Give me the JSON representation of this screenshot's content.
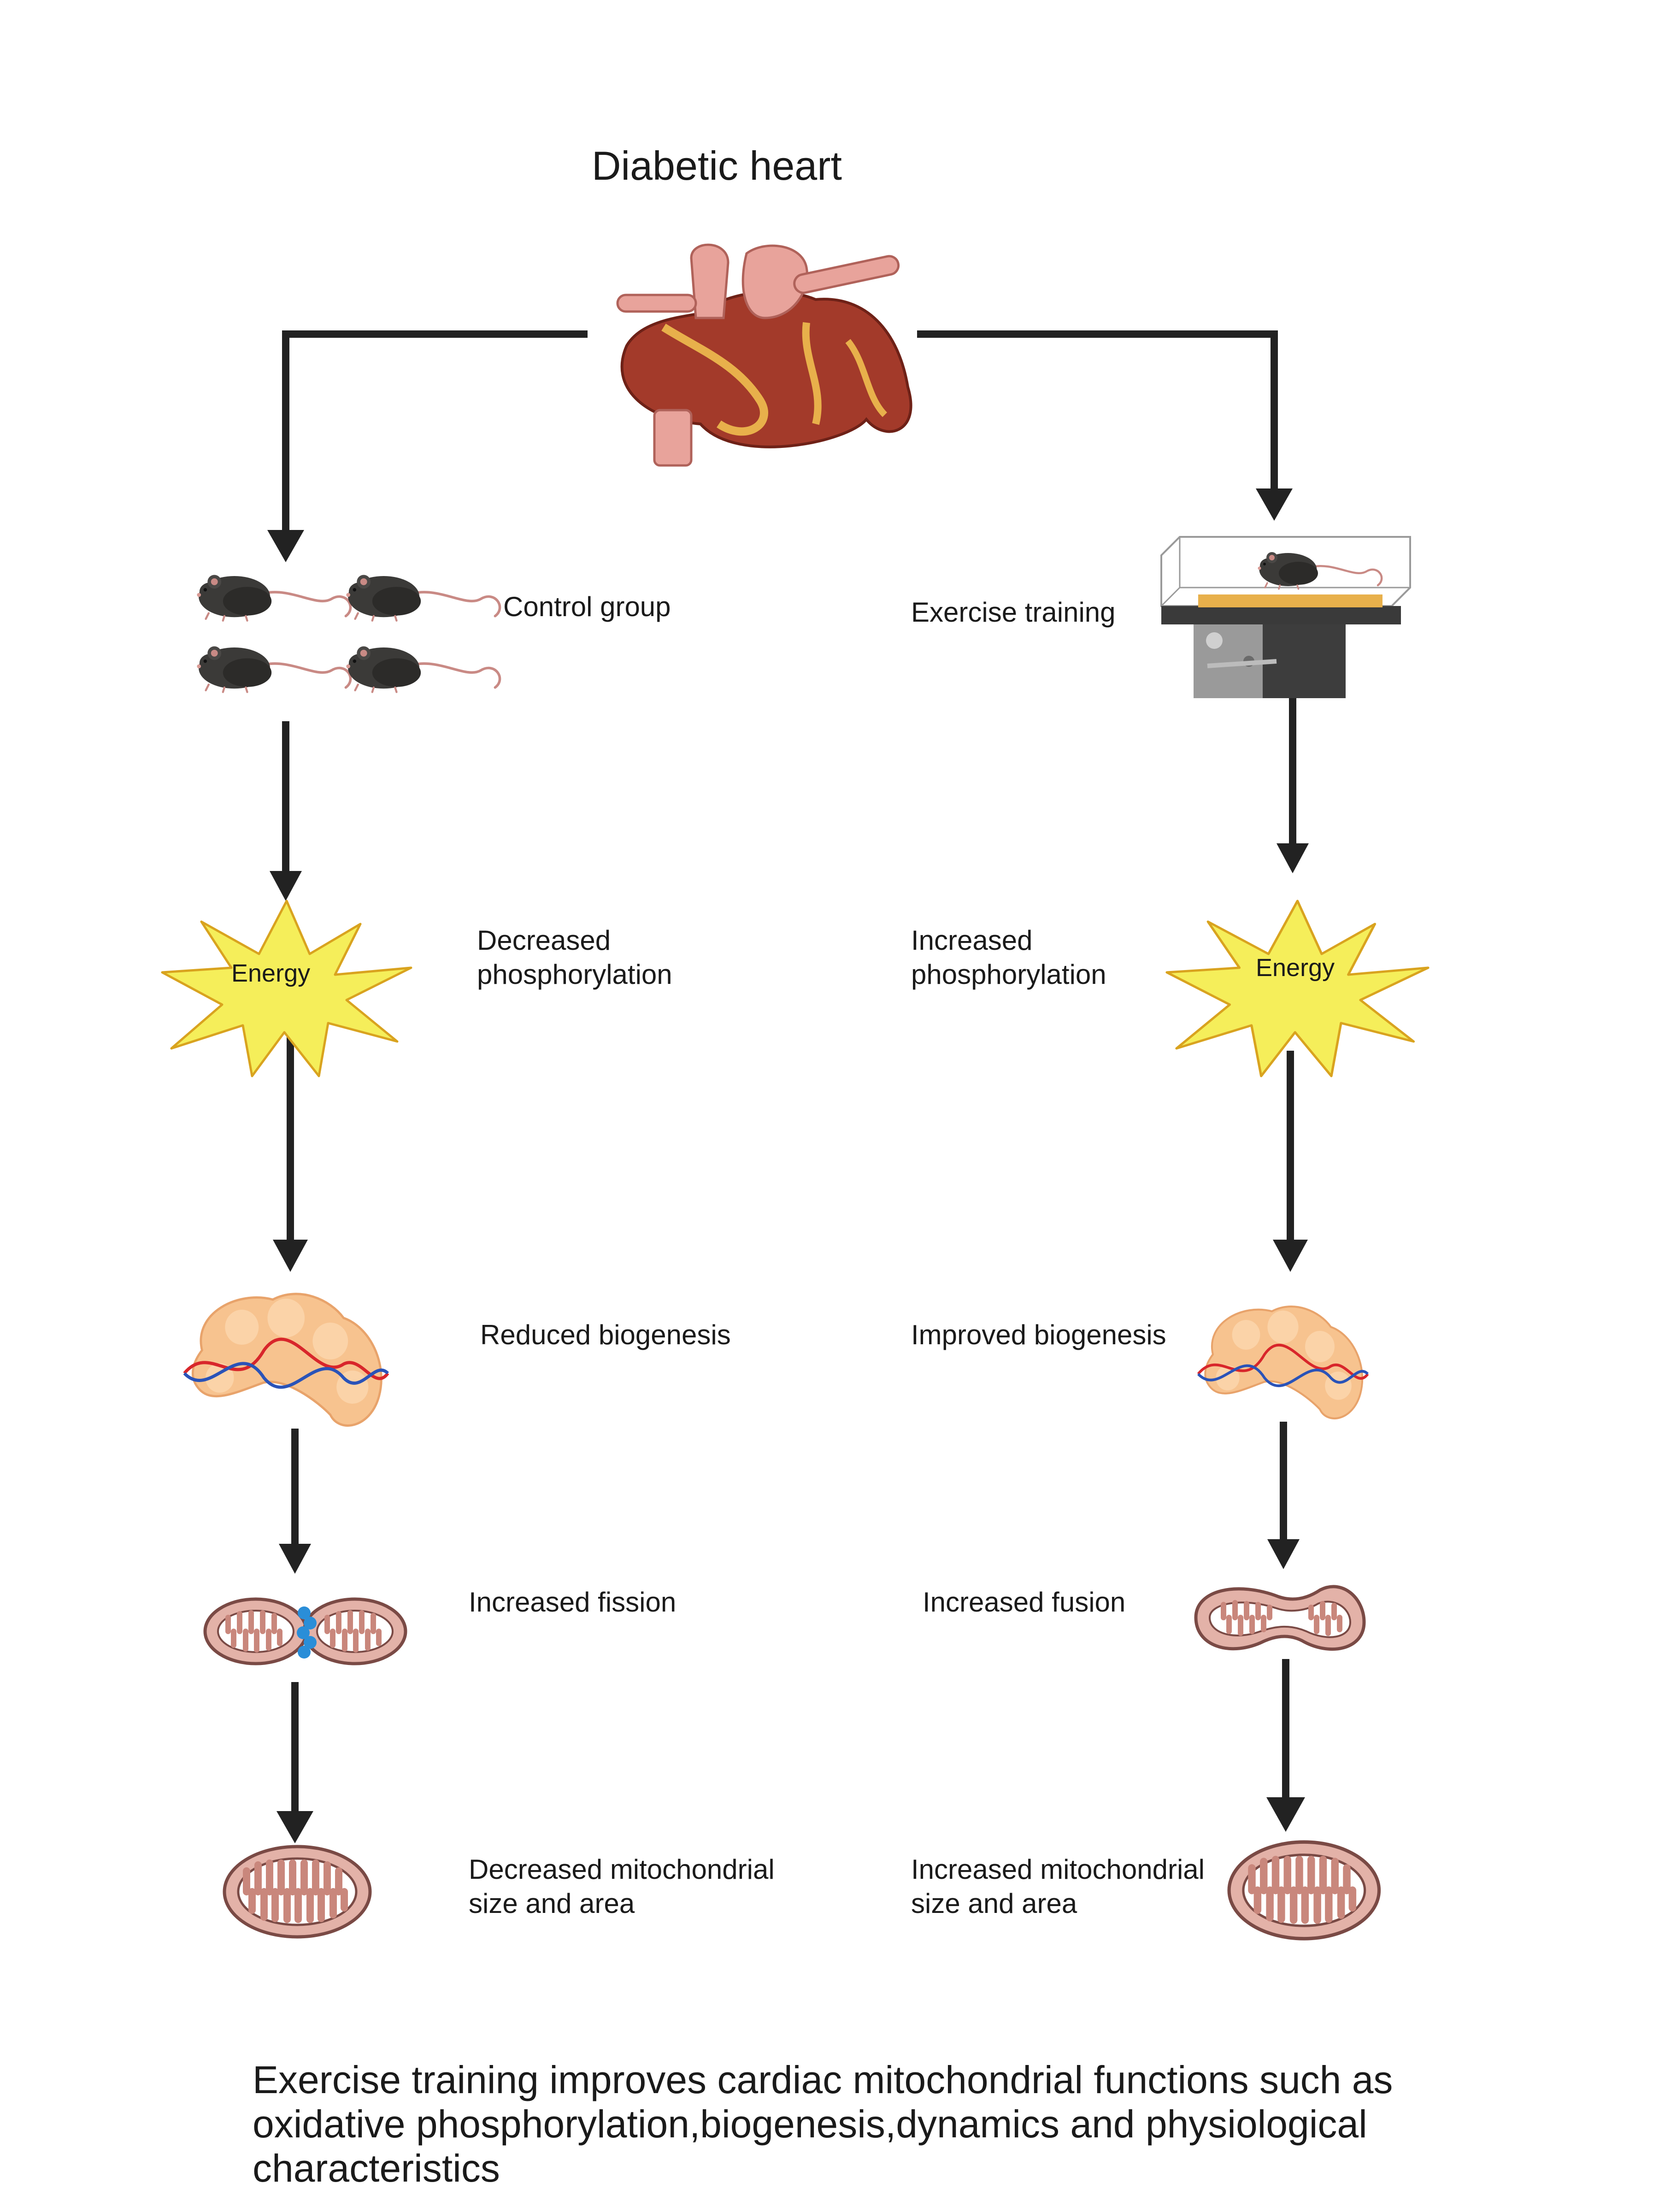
{
  "title": "Diabetic heart",
  "left": {
    "group": "Control group",
    "energy_label": "Energy",
    "phosphorylation": [
      "Decreased",
      "phosphorylation"
    ],
    "biogenesis": "Reduced biogenesis",
    "dynamics": "Increased fission",
    "mito_size": [
      "Decreased mitochondrial",
      "size and area"
    ]
  },
  "right": {
    "group": "Exercise training",
    "energy_label": "Energy",
    "phosphorylation": [
      "Increased",
      "phosphorylation"
    ],
    "biogenesis": "Improved biogenesis",
    "dynamics": "Increased fusion",
    "mito_size": [
      "Increased mitochondrial",
      "size and area"
    ]
  },
  "caption": [
    "Exercise training improves cardiac mitochondrial functions such as",
    "oxidative phosphorylation,biogenesis,dynamics and physiological",
    "characteristics"
  ],
  "icons": {
    "heart": "heart-icon",
    "mice": "mouse-icon",
    "treadmill": "treadmill-icon",
    "energy": "energy-burst-icon",
    "nucleus": "nucleus-dna-icon",
    "fission": "mitochondria-fission-icon",
    "fusion": "mitochondria-fusion-icon",
    "mitochondrion": "mitochondrion-icon"
  },
  "colors": {
    "arrow": "#222222",
    "energy_fill": "#f5ee5a",
    "nucleus_fill": "#f7c38f",
    "mito_fill": "#e3b2a8",
    "mito_stroke": "#7a4a45",
    "heart": "#a33a2a",
    "mouse": "#3b3a38"
  }
}
